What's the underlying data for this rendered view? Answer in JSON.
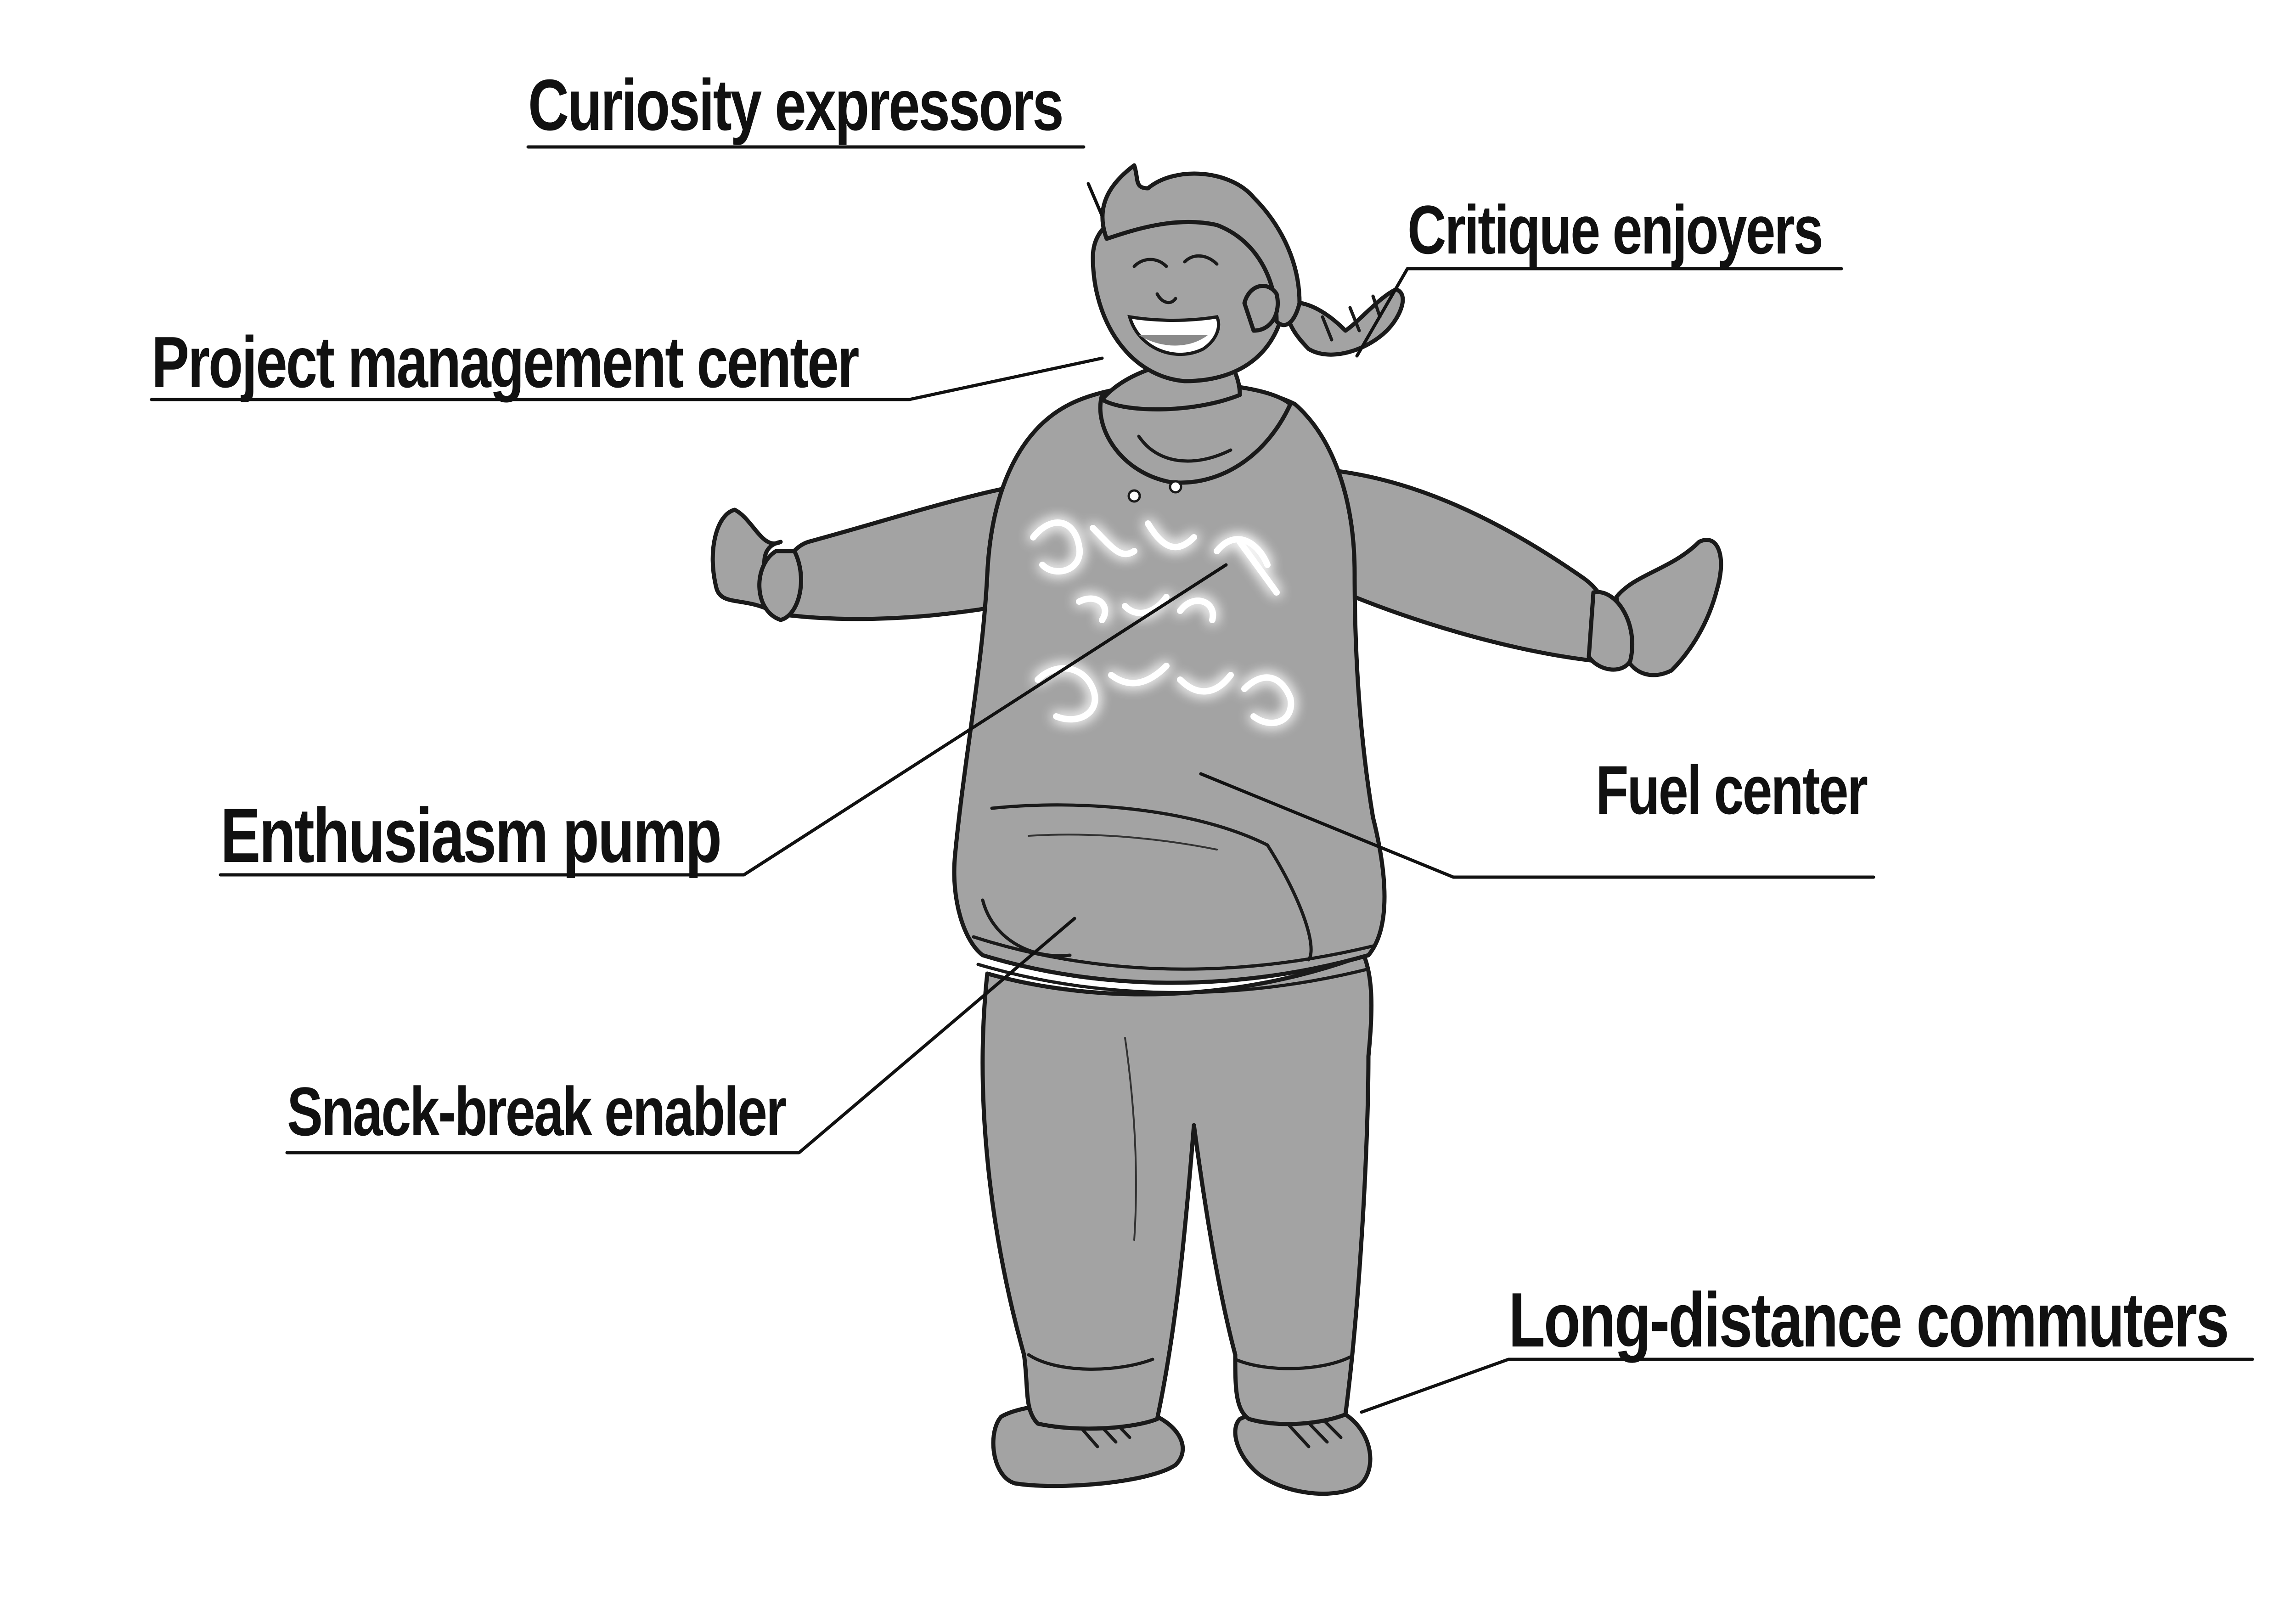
{
  "labels": [
    {
      "id": "curiosity",
      "text": "Curiosity expressors"
    },
    {
      "id": "critique",
      "text": "Critique enjoyers"
    },
    {
      "id": "project",
      "text": "Project management center"
    },
    {
      "id": "enthusiasm",
      "text": "Enthusiasm pump"
    },
    {
      "id": "fuel",
      "text": "Fuel center"
    },
    {
      "id": "snack",
      "text": "Snack-break enabler"
    },
    {
      "id": "commute",
      "text": "Long-distance commuters"
    }
  ],
  "hoodie_text": "Academy of the Creative",
  "colors": {
    "background": "#ffffff",
    "figure_fill": "#a3a3a3",
    "outline": "#1a1a1a",
    "label_text": "#111111",
    "hoodie_lettering": "#ffffff"
  }
}
